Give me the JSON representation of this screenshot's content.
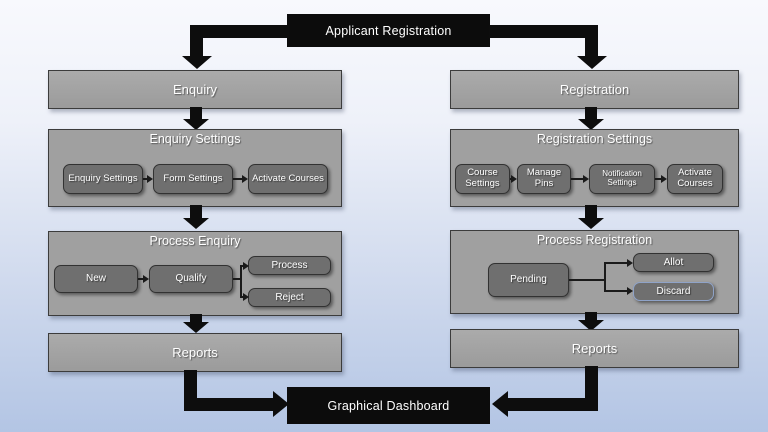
{
  "nodes": {
    "applicant_registration": "Applicant Registration",
    "graphical_dashboard": "Graphical Dashboard"
  },
  "left_flow": {
    "header": "Enquiry",
    "settings": {
      "title": "Enquiry Settings",
      "steps": [
        "Enquiry Settings",
        "Form Settings",
        "Activate Courses"
      ]
    },
    "process": {
      "title": "Process Enquiry",
      "start": "New",
      "middle": "Qualify",
      "outcomes": [
        "Process",
        "Reject"
      ]
    },
    "reports": "Reports"
  },
  "right_flow": {
    "header": "Registration",
    "settings": {
      "title": "Registration Settings",
      "steps": [
        "Course Settings",
        "Manage Pins",
        "Notification Settings",
        "Activate Courses"
      ]
    },
    "process": {
      "title": "Process Registration",
      "start": "Pending",
      "outcomes": [
        "Allot",
        "Discard"
      ]
    },
    "reports": "Reports"
  },
  "colors": {
    "node_black": "#0c0c0c",
    "panel_gray": "#a0a0a0",
    "chip_gray": "#6f6f6f",
    "chip_border": "#323232",
    "discard_border": "#8fa3c8",
    "background_top": "#f8f9fd",
    "background_bottom": "#b3c5e4"
  }
}
